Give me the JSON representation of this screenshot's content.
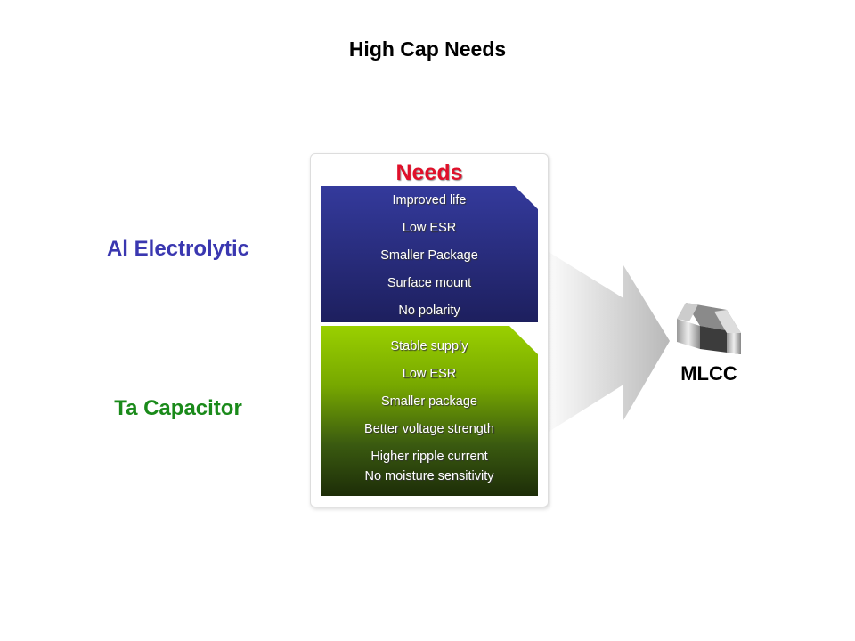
{
  "title": "High Cap Needs",
  "left_labels": {
    "al": "Al Electrolytic",
    "ta": "Ta Capacitor"
  },
  "needs": {
    "heading": "Needs",
    "al_items": [
      "Improved  life",
      "Low ESR",
      "Smaller  Package",
      "Surface mount",
      "No  polarity"
    ],
    "ta_items": [
      "Stable  supply",
      "Low ESR",
      "Smaller  package",
      "Better  voltage  strength",
      "Higher  ripple  current",
      "No  moisture  sensitivity"
    ]
  },
  "result": {
    "label": "MLCC"
  },
  "colors": {
    "al": "#3a37b0",
    "ta": "#1a8a1a",
    "needs": "#e0102a"
  }
}
